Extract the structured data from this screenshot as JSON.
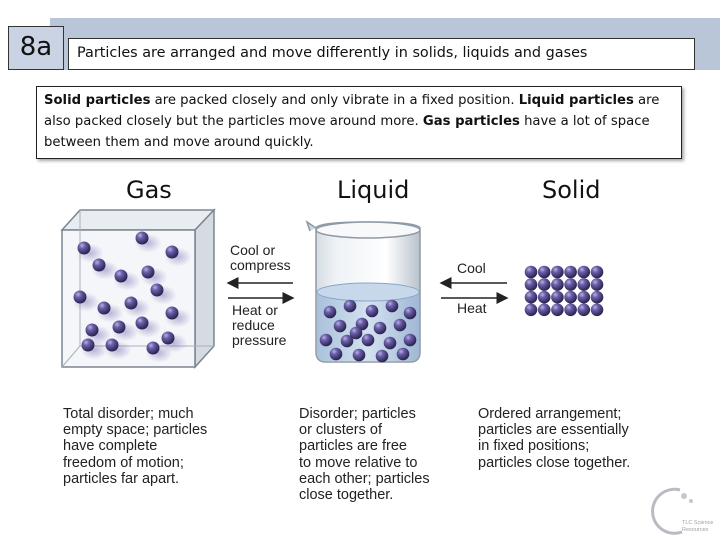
{
  "slide_number": "8a",
  "title": "Particles are arranged and move differently in solids, liquids and gases",
  "intro": {
    "solid_bold": "Solid particles",
    "solid_text": " are packed closely and only vibrate in a fixed position. ",
    "liquid_bold": "Liquid particles",
    "liquid_text": " are also packed closely but the particles move around more. ",
    "gas_bold": "Gas particles",
    "gas_text": " have a lot of space between them and move around quickly."
  },
  "headings": {
    "gas": "Gas",
    "liquid": "Liquid",
    "solid": "Solid"
  },
  "arrows": {
    "gas_liquid_top": [
      "Cool or",
      "compress"
    ],
    "gas_liquid_bottom": [
      "Heat or",
      "reduce",
      "pressure"
    ],
    "liquid_solid_top": "Cool",
    "liquid_solid_bottom": "Heat"
  },
  "descriptions": {
    "gas": [
      "Total disorder; much",
      "empty space; particles",
      "have complete",
      "freedom  of motion;",
      "particles far apart."
    ],
    "liquid": [
      "Disorder; particles",
      "or clusters of",
      "particles are free",
      "to move relative to",
      "each other; particles",
      "close together."
    ],
    "solid": [
      "Ordered arrangement;",
      "particles are essentially",
      "in fixed positions;",
      "particles close together."
    ]
  },
  "logo_text": [
    "TLC Science",
    "Resources"
  ],
  "colors": {
    "particle": "#4a3f7f",
    "band": "#b9c6d8",
    "water": "#bcd0e6"
  }
}
